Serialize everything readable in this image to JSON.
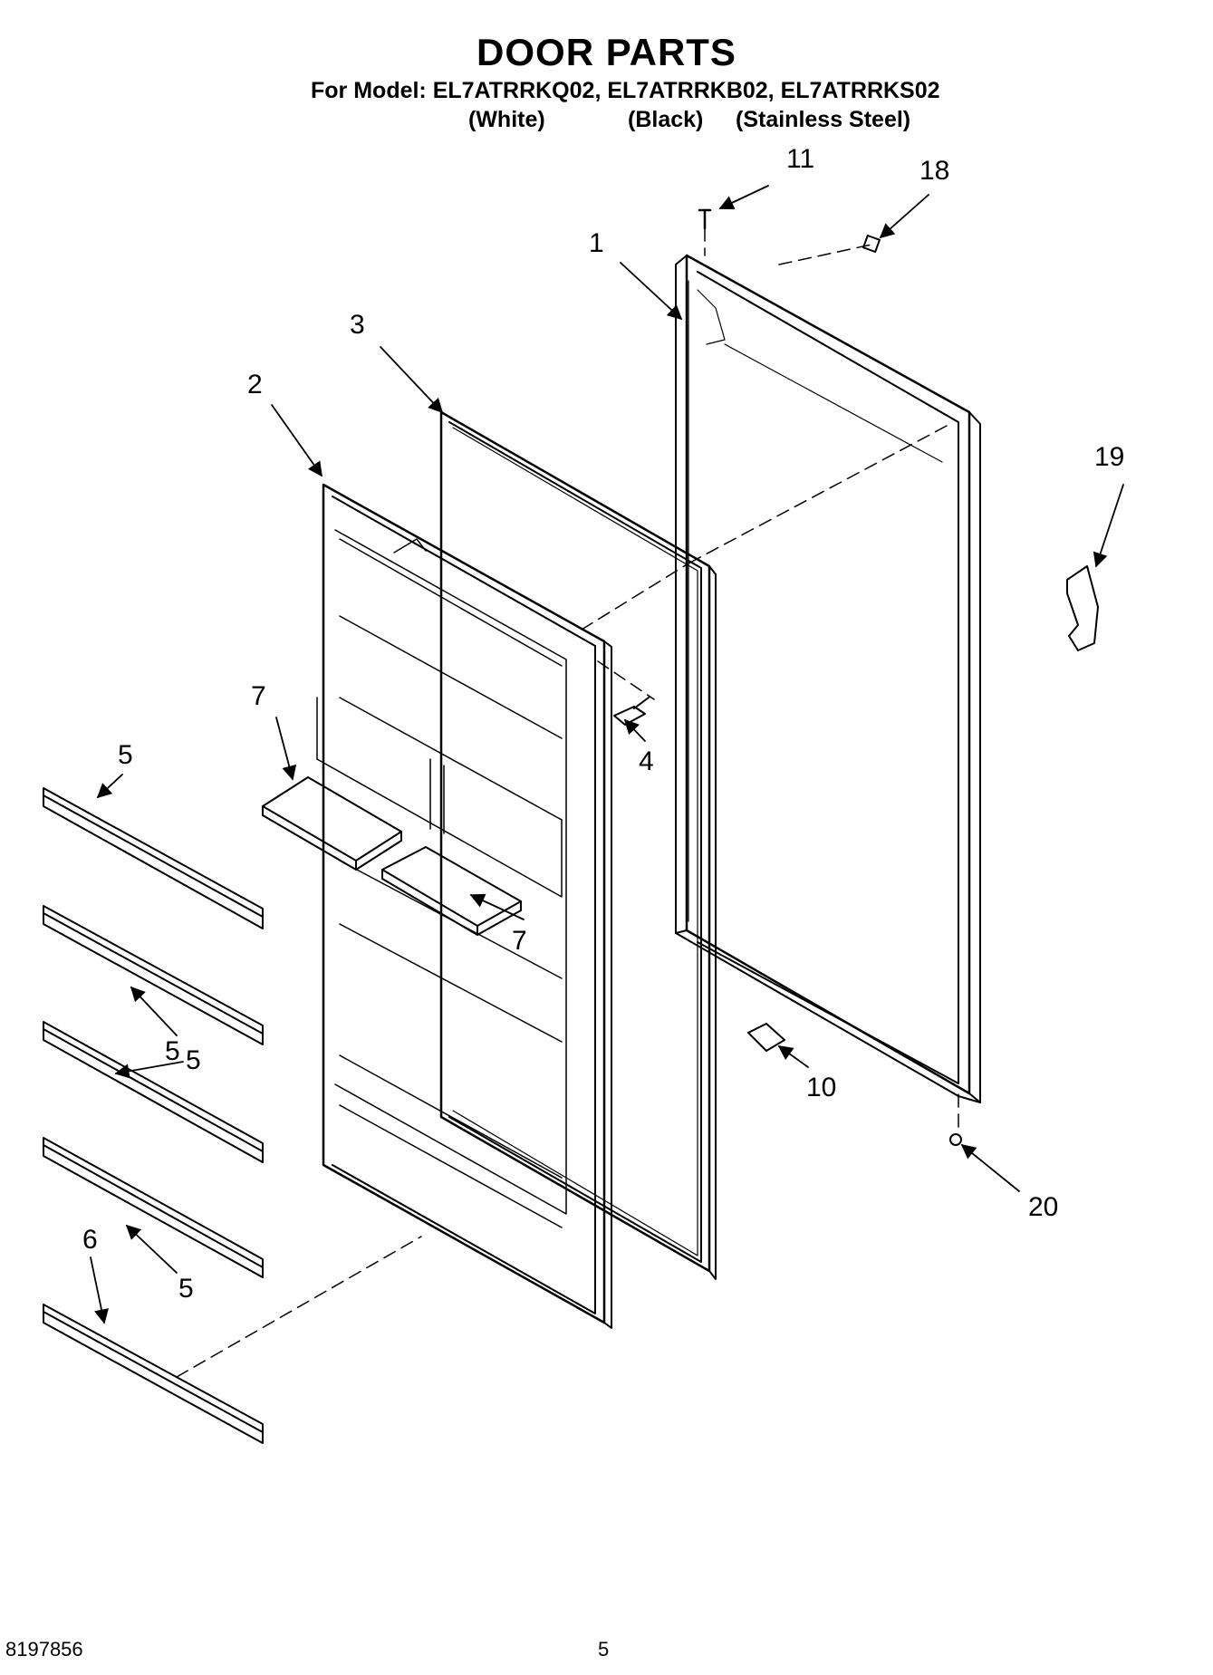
{
  "header": {
    "title": "DOOR PARTS",
    "model_line": "For Model: EL7ATRRKQ02, EL7ATRRKB02, EL7ATRRKS02",
    "variants": [
      "(White)",
      "(Black)",
      "(Stainless Steel)"
    ]
  },
  "footer": {
    "doc_number": "8197856",
    "page_number": "5"
  },
  "callouts": {
    "c1": "1",
    "c2": "2",
    "c3": "3",
    "c4": "4",
    "c5a": "5",
    "c5b": "5",
    "c5c": "5",
    "c5d": "5",
    "c6": "6",
    "c7a": "7",
    "c7b": "7",
    "c10": "10",
    "c11": "11",
    "c18": "18",
    "c19": "19",
    "c20": "20"
  }
}
